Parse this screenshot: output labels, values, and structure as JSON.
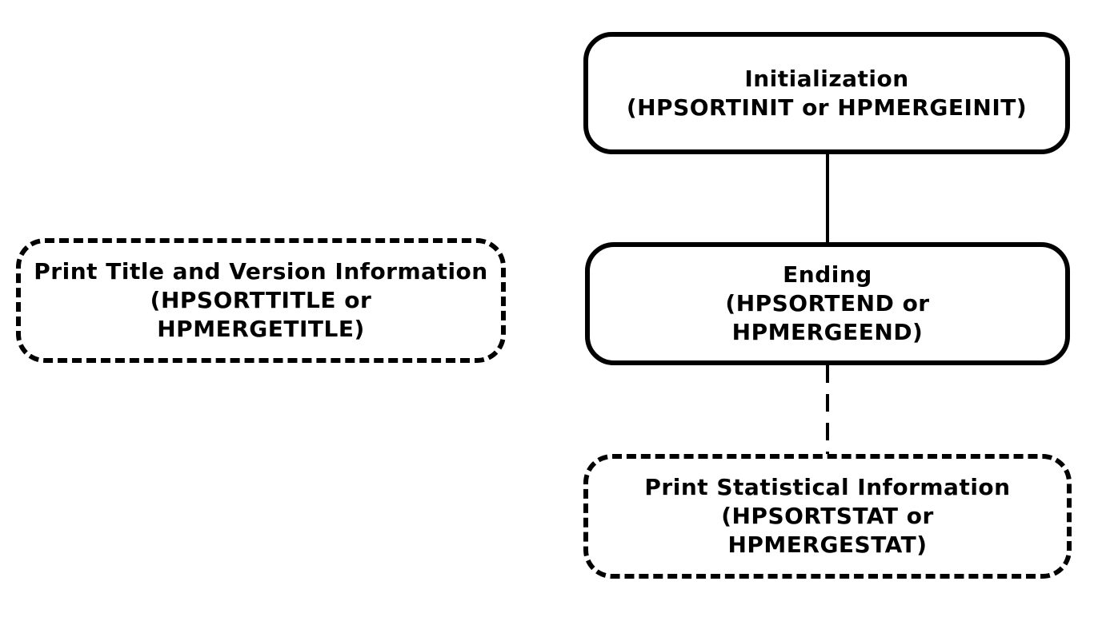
{
  "diagram": {
    "init_box": {
      "line1": "Initialization",
      "line2": "(HPSORTINIT or HPMERGEINIT)",
      "style": "solid"
    },
    "ending_box": {
      "line1": "Ending",
      "line2": "(HPSORTEND or",
      "line3": "HPMERGEEND)",
      "style": "solid"
    },
    "stat_box": {
      "line1": "Print Statistical Information",
      "line2": "(HPSORTSTAT or",
      "line3": "HPMERGESTAT)",
      "style": "dashed"
    },
    "title_box": {
      "line1": "Print Title and Version Information",
      "line2": "(HPSORTTITLE or",
      "line3": "HPMERGETITLE)",
      "style": "dashed"
    },
    "connections": [
      {
        "from": "init_box",
        "to": "ending_box",
        "style": "solid"
      },
      {
        "from": "ending_box",
        "to": "stat_box",
        "style": "dashed"
      }
    ],
    "colors": {
      "stroke": "#000000",
      "background": "#ffffff"
    }
  }
}
